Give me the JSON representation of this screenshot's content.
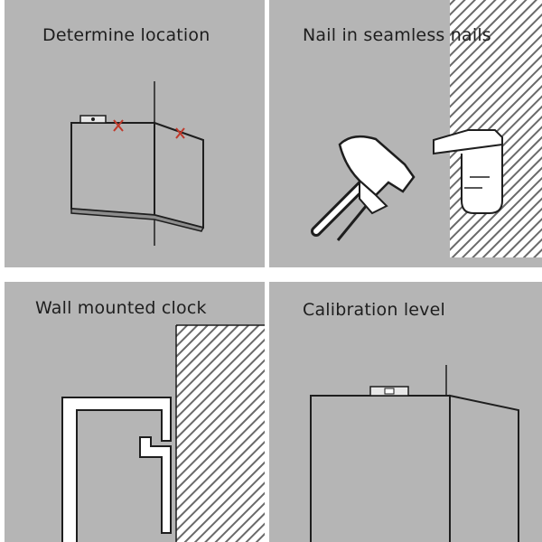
{
  "panels": [
    {
      "title": "Determine location"
    },
    {
      "title": "Nail in seamless nails"
    },
    {
      "title": "Wall mounted clock"
    },
    {
      "title": "Calibration level"
    }
  ],
  "colors": {
    "panel_background": "#b5b5b5",
    "wall_hatch": "#ffffff",
    "line": "#1e1e1e",
    "mark": "#c0392b"
  }
}
